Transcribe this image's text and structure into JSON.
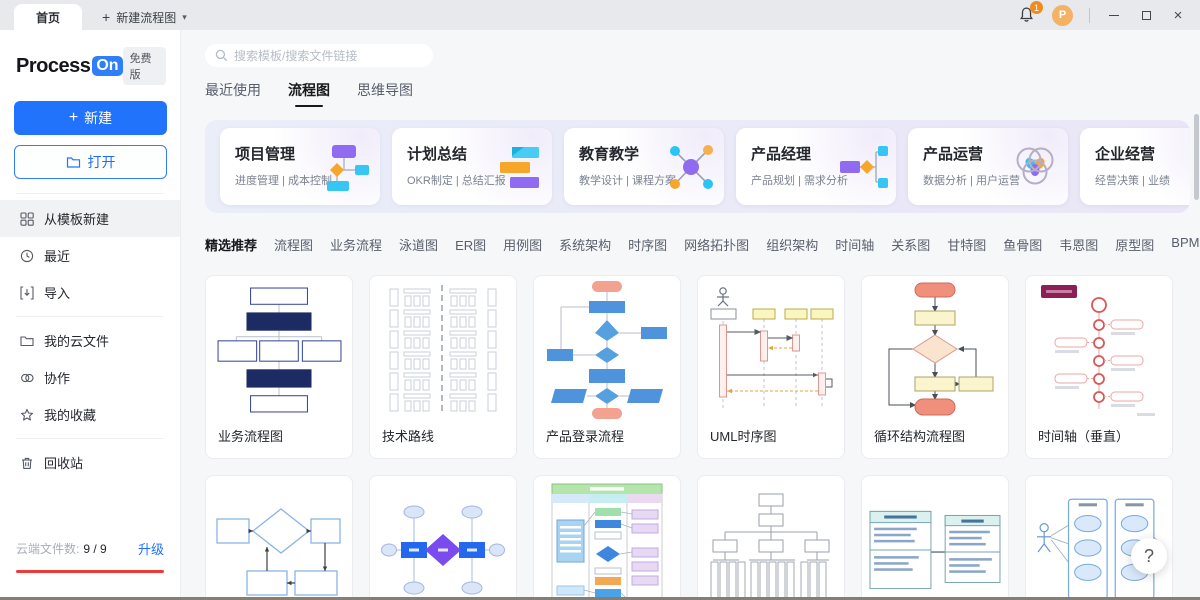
{
  "window": {
    "tabs": {
      "home": "首页",
      "new": "新建流程图"
    },
    "notification_count": "1",
    "avatar_initial": "P"
  },
  "sidebar": {
    "logo": {
      "name": "Process",
      "suffix": "On",
      "plan": "免费版"
    },
    "buttons": {
      "new": "新建",
      "open": "打开"
    },
    "menu": [
      {
        "label": "从模板新建",
        "icon": "template-icon",
        "active": true
      },
      {
        "label": "最近",
        "icon": "clock-icon",
        "active": false
      },
      {
        "label": "导入",
        "icon": "import-icon",
        "active": false
      },
      {
        "label": "我的云文件",
        "icon": "folder-icon",
        "active": false
      },
      {
        "label": "协作",
        "icon": "collab-icon",
        "active": false
      },
      {
        "label": "我的收藏",
        "icon": "star-icon",
        "active": false
      },
      {
        "label": "回收站",
        "icon": "trash-icon",
        "active": false
      }
    ],
    "storage": {
      "label": "云端文件数:",
      "value": "9 / 9",
      "upgrade": "升级"
    }
  },
  "main": {
    "search_placeholder": "搜索模板/搜索文件链接",
    "tabs": [
      {
        "label": "最近使用",
        "active": false
      },
      {
        "label": "流程图",
        "active": true
      },
      {
        "label": "思维导图",
        "active": false
      }
    ],
    "banner_cards": [
      {
        "title": "项目管理",
        "subtitle": "进度管理 | 成本控制",
        "icon": "flowchart-icon"
      },
      {
        "title": "计划总结",
        "subtitle": "OKR制定 | 总结汇报",
        "icon": "bars-icon"
      },
      {
        "title": "教育教学",
        "subtitle": "教学设计 | 课程方案",
        "icon": "mindmap-icon"
      },
      {
        "title": "产品经理",
        "subtitle": "产品规划 | 需求分析",
        "icon": "tree-icon"
      },
      {
        "title": "产品运营",
        "subtitle": "数据分析 | 用户运营",
        "icon": "venn-icon"
      },
      {
        "title": "企业经营",
        "subtitle": "经营决策 | 业绩",
        "icon": "chart-icon"
      }
    ],
    "categories": [
      "精选推荐",
      "流程图",
      "业务流程",
      "泳道图",
      "ER图",
      "用例图",
      "系统架构",
      "时序图",
      "网络拓扑图",
      "组织架构",
      "时间轴",
      "关系图",
      "甘特图",
      "鱼骨图",
      "韦恩图",
      "原型图",
      "BPMN"
    ],
    "templates": [
      {
        "title": "业务流程图"
      },
      {
        "title": "技术路线"
      },
      {
        "title": "产品登录流程"
      },
      {
        "title": "UML时序图"
      },
      {
        "title": "循环结构流程图"
      },
      {
        "title": "时间轴（垂直）"
      }
    ],
    "help_label": "?"
  },
  "colors": {
    "accent_blue": "#2173fb",
    "badge_orange": "#f08c1e",
    "progress_red": "#ee3b38",
    "navy_shape": "#1c2b63"
  }
}
